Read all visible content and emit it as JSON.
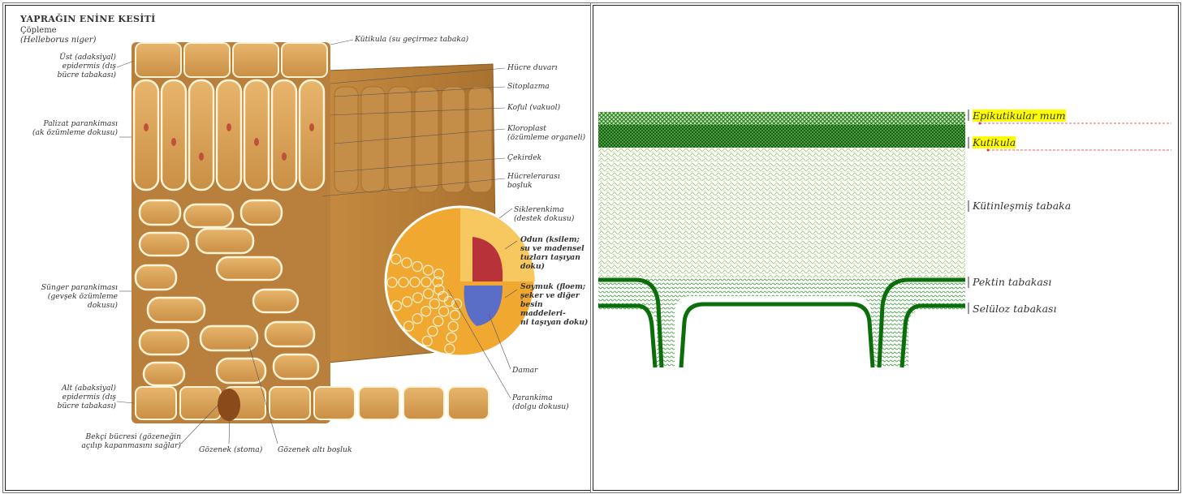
{
  "left_figure": {
    "title": "YAPRAĞIN ENİNE KESİTİ",
    "plant_name": "Çöpleme",
    "plant_latin": "(Helleborus niger)",
    "labels": {
      "upper_epidermis": "Üst (adaksiyal)\nepidermis (dış\nbücre tabakası)",
      "palisade": "Palizat parankiması\n(ak özümleme dokusu)",
      "spongy": "Sünger parankiması\n(gevşek özümleme\ndokusu)",
      "lower_epidermis": "Alt (abaksiyal)\nepidermis (dış\nbücre tabakası)",
      "guard_cell": "Bekçi bücresi (gözeneğin\naçılıp kapanmasını sağlar)",
      "stoma": "Gözenek (stoma)",
      "substomatal": "Gözenek altı boşluk",
      "cuticle": "Kütikula (su geçirmez tabaka)",
      "cell_wall": "Hücre duvarı",
      "cytoplasm": "Sitoplazma",
      "vacuole": "Koful (vakuol)",
      "chloroplast": "Kloroplast\n(özümleme organeli)",
      "nucleus": "Çekirdek",
      "intercellular": "Hücrelerarası\nboşluk",
      "sclerenchyma": "Siklerenkima\n(destek dokusu)",
      "xylem": "Odun (ksilem;\nsu ve madensel\ntuzları taşıyan\ndoku)",
      "phloem": "Soymuk (floem;\nşeker ve diğer\nbesin maddeleri-\nni taşıyan doku)",
      "vein": "Damar",
      "parenchyma": "Parankima\n(dolgu dokusu)"
    }
  },
  "right_figure": {
    "layers": [
      {
        "label": "Epikutikular mum",
        "highlighted": true
      },
      {
        "label": "Kutikula",
        "highlighted": true
      },
      {
        "label": "Kütinleşmiş tabaka",
        "highlighted": false
      },
      {
        "label": "Pektin tabakası",
        "highlighted": false
      },
      {
        "label": "Selüloz tabakası",
        "highlighted": false
      }
    ]
  },
  "colors": {
    "wax_green": "#1e7a1e",
    "cutin_green": "#8fc45a",
    "cellulose_green": "#0b6e0b",
    "highlight": "#ffff00",
    "cell_tan": "#d9a35a",
    "xylem_red": "#b8323a",
    "phloem_blue": "#5a6ec8"
  }
}
